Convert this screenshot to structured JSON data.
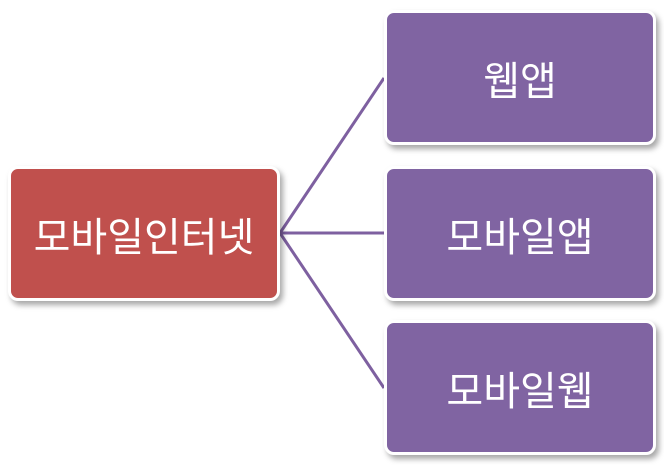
{
  "diagram": {
    "root": {
      "label": "모바일인터넷",
      "color": "#c0504d"
    },
    "children": [
      {
        "label": "웹앱",
        "color": "#8064a2"
      },
      {
        "label": "모바일앱",
        "color": "#8064a2"
      },
      {
        "label": "모바일웹",
        "color": "#8064a2"
      }
    ],
    "connector_color": "#7e60a0"
  }
}
